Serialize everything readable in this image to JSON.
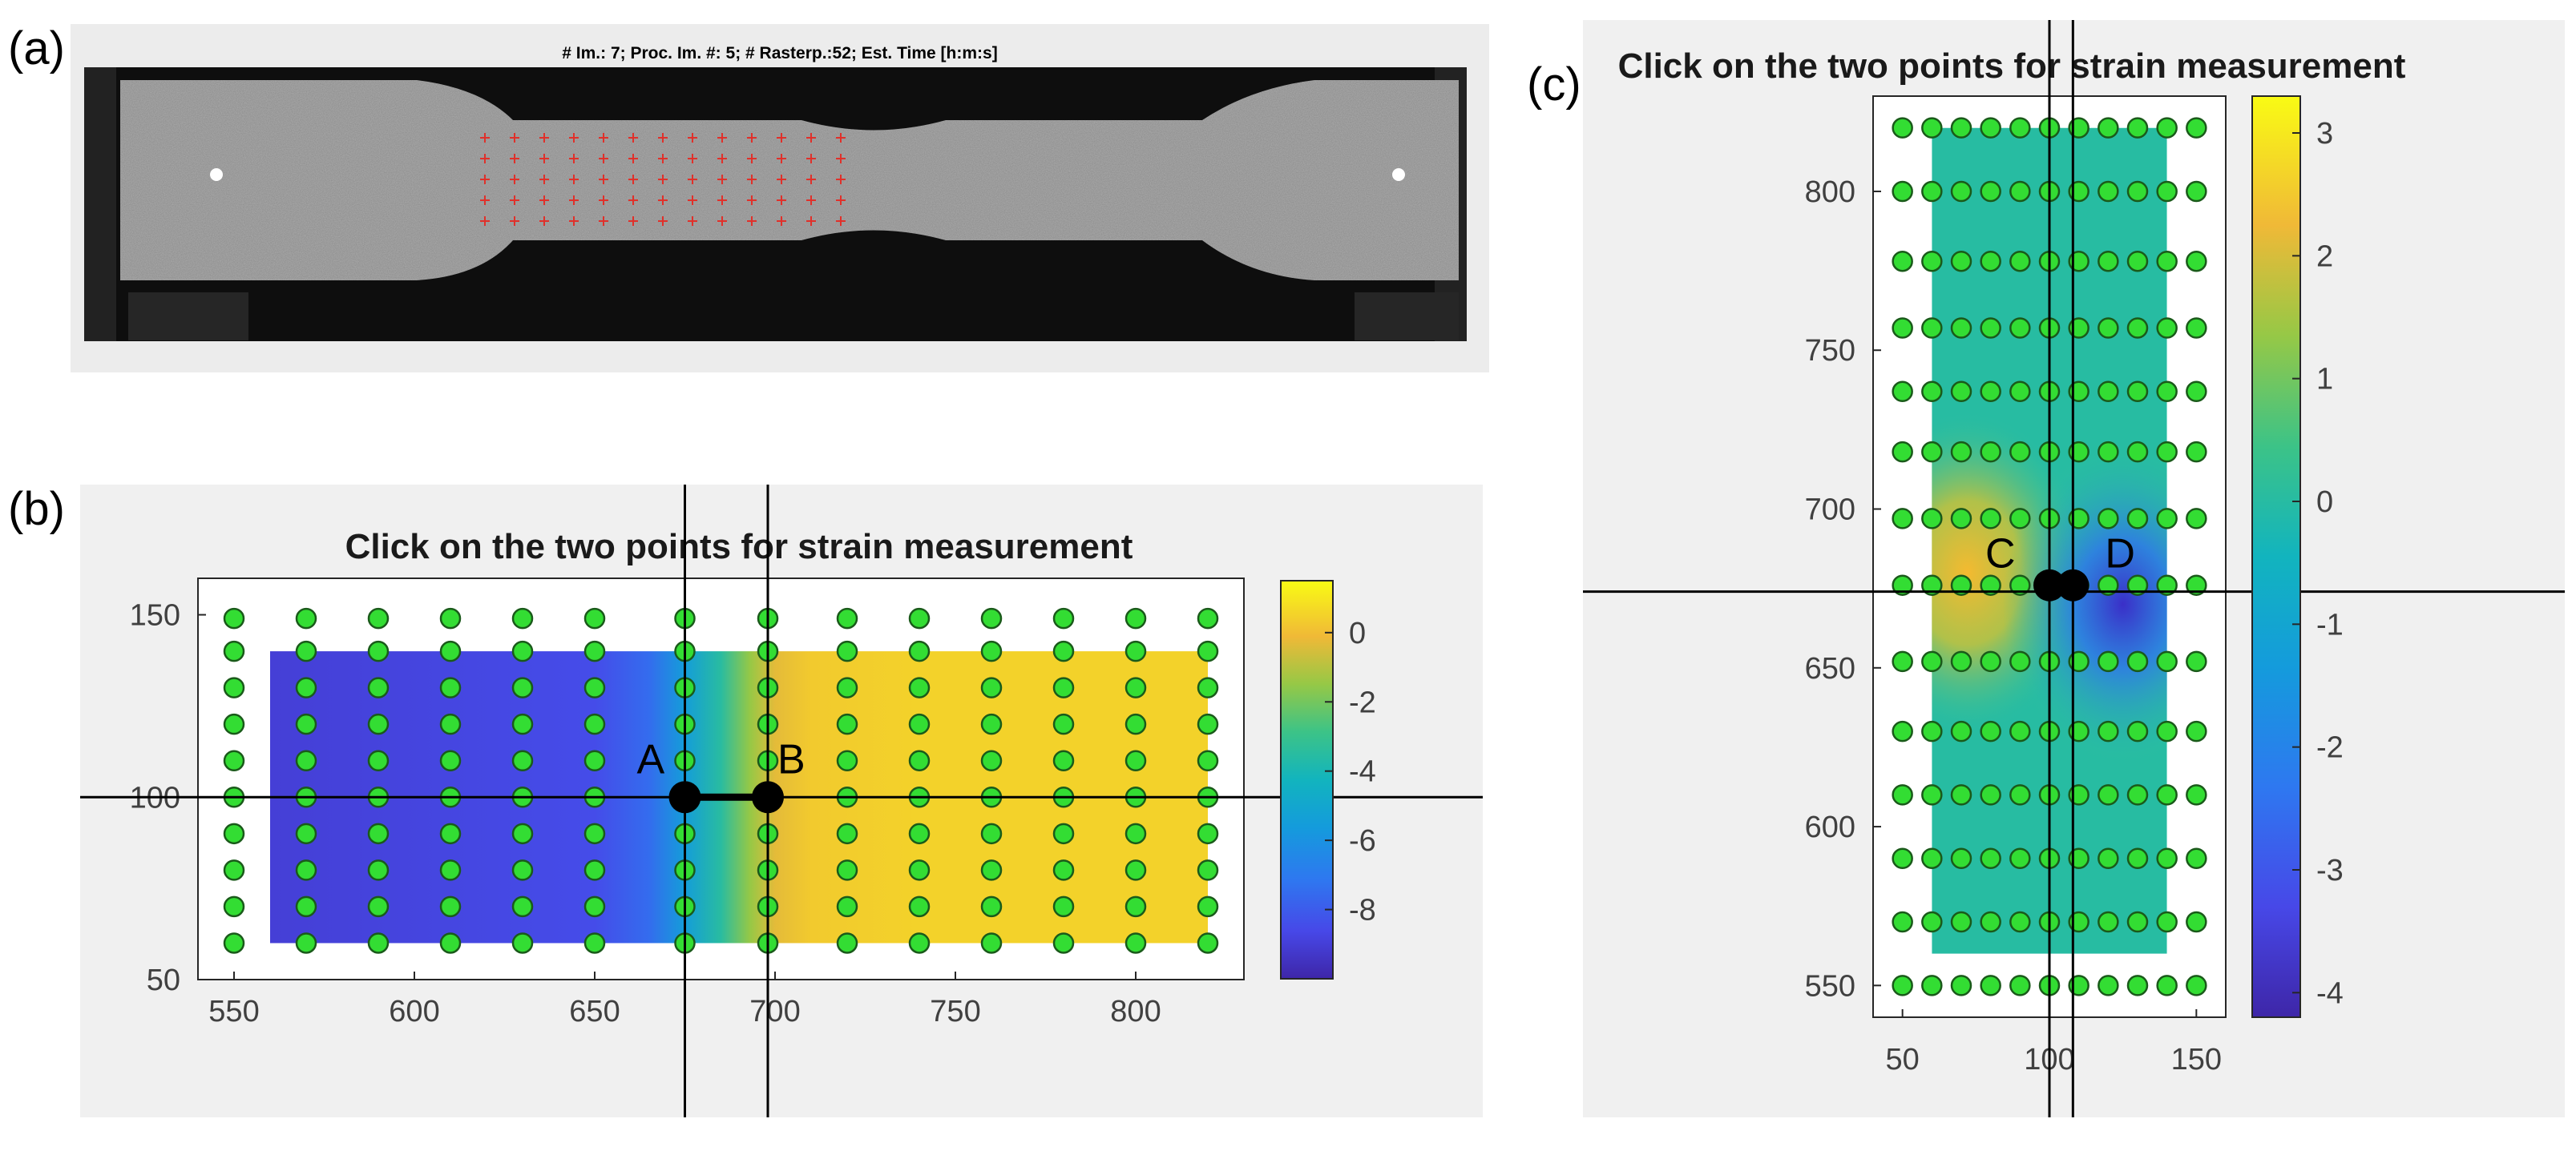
{
  "panel_a": {
    "panel_label": "(a)",
    "title": "# Im.: 7; Proc. Im. #: 5; # Rasterp.:52; Est. Time [h:m:s]"
  },
  "panel_b": {
    "panel_label": "(b)",
    "title": "Click on the two points for strain measurement",
    "point_labels": [
      "A",
      "B"
    ]
  },
  "panel_c": {
    "panel_label": "(c)",
    "title": "Click on the two points for strain measurement",
    "point_labels": [
      "C",
      "D"
    ]
  },
  "colors": {
    "figure_bg": "#f0f0f0",
    "marker_fill": "#33dd33",
    "marker_edge": "#1a5a1a",
    "crosshair": "#000000"
  },
  "chart_data": [
    {
      "type": "heatmap",
      "title": "Click on the two points for strain measurement",
      "xlabel": "",
      "ylabel": "",
      "xlim": [
        540,
        830
      ],
      "ylim": [
        50,
        160
      ],
      "xticks": [
        550,
        600,
        650,
        700,
        750,
        800
      ],
      "yticks": [
        50,
        100,
        150
      ],
      "colorbar": {
        "range": [
          -10,
          1.5
        ],
        "ticks": [
          0,
          -2,
          -4,
          -6,
          -8
        ]
      },
      "field_extent": {
        "x": [
          560,
          820
        ],
        "y": [
          60,
          140
        ]
      },
      "field_profile": {
        "x": [
          560,
          650,
          665,
          675,
          685,
          693,
          700,
          710,
          740,
          820
        ],
        "value": [
          -9,
          -8.5,
          -7.5,
          -5.5,
          -3.5,
          -1.5,
          -0.3,
          0.3,
          0.5,
          0.5
        ]
      },
      "grid_x": [
        550,
        570,
        590,
        610,
        630,
        650,
        675,
        698,
        720,
        740,
        760,
        780,
        800,
        820
      ],
      "grid_y": [
        60,
        70,
        80,
        90,
        100,
        110,
        120,
        130,
        140,
        149
      ],
      "selected_points": [
        {
          "label": "A",
          "x": 675,
          "y": 100
        },
        {
          "label": "B",
          "x": 698,
          "y": 100
        }
      ],
      "crosshair_x": [
        675,
        698
      ],
      "crosshair_y": 100,
      "grid": false
    },
    {
      "type": "heatmap",
      "title": "Click on the two points for strain measurement",
      "xlabel": "",
      "ylabel": "",
      "xlim": [
        40,
        160
      ],
      "ylim": [
        540,
        830
      ],
      "xticks": [
        50,
        100,
        150
      ],
      "yticks": [
        550,
        600,
        650,
        700,
        750,
        800
      ],
      "colorbar": {
        "range": [
          -4.2,
          3.3
        ],
        "ticks": [
          3,
          2,
          1,
          0,
          -1,
          -2,
          -3,
          -4
        ]
      },
      "field_extent": {
        "x": [
          60,
          140
        ],
        "y": [
          560,
          820
        ]
      },
      "field_blobs": [
        {
          "x": 72,
          "y": 680,
          "value": 2.8
        },
        {
          "x": 125,
          "y": 670,
          "value": -4.0
        }
      ],
      "grid_x": [
        50,
        60,
        70,
        80,
        90,
        100,
        110,
        120,
        130,
        140,
        150
      ],
      "grid_y": [
        550,
        570,
        590,
        610,
        630,
        652,
        676,
        697,
        718,
        737,
        757,
        778,
        800,
        820
      ],
      "selected_points": [
        {
          "label": "C",
          "x": 100,
          "y": 676
        },
        {
          "label": "D",
          "x": 108,
          "y": 676
        }
      ],
      "crosshair_x": [
        100,
        108
      ],
      "crosshair_y": 674,
      "grid": false
    }
  ]
}
